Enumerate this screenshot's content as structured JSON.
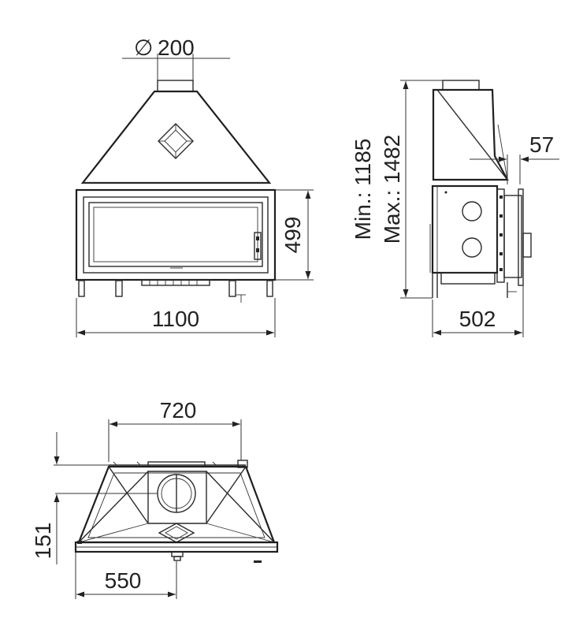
{
  "front_view": {
    "flue_diameter_symbol": "∅",
    "flue_diameter": "200",
    "width": "1100",
    "body_height": "499"
  },
  "side_view": {
    "height_min": "Min.: 1185",
    "height_max": "Max.: 1482",
    "depth": "502",
    "frame_offset": "57"
  },
  "top_view": {
    "hood_width": "720",
    "half_width": "550",
    "flue_offset": "151"
  }
}
